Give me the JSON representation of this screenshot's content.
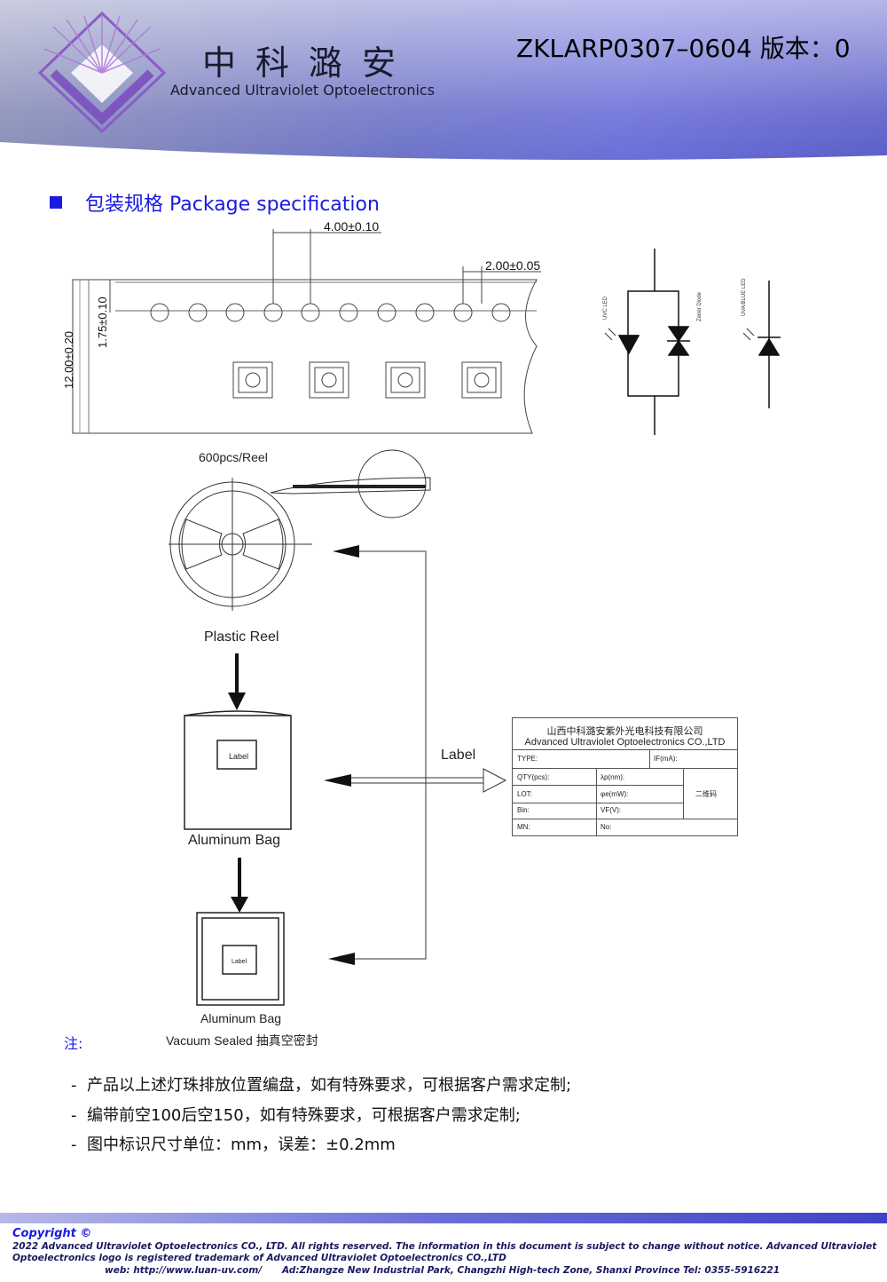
{
  "header": {
    "company_cn": "中科潞安",
    "company_en": "Advanced Ultraviolet Optoelectronics",
    "doc_id": "ZKLARP0307–0604 版本：0"
  },
  "section": {
    "title": "包装规格 Package specification"
  },
  "tape_drawing": {
    "dim_pitch": "4.00±0.10",
    "dim_hole_pitch": "2.00±0.05",
    "dim_edge": "1.75±0.10",
    "dim_width": "12.00±0.20"
  },
  "circuit": {
    "uvc_led": "UVC LED",
    "zener": "Zener Diode",
    "uva_led": "UVA/BLUE LED"
  },
  "flow": {
    "reel_count": "600pcs/Reel",
    "reel_name": "Plastic Reel",
    "bag1_name": "Aluminum Bag",
    "bag_label": "Label",
    "bag2_name": "Aluminum Bag",
    "vacuum_note": "Vacuum Sealed 抽真空密封",
    "label_arrow": "Label"
  },
  "label_card": {
    "company_cn": "山西中科潞安紫外光电科技有限公司",
    "company_en": "Advanced Ultraviolet Optoelectronics CO.,LTD",
    "type": "TYPE:",
    "if": "IF(mA):",
    "qty": "QTY(pcs):",
    "wavelength": "λp(nm):",
    "lot": "LOT:",
    "power": "φe(mW):",
    "qr": "二维码",
    "bin": "Bin:",
    "vf": "VF(V):",
    "mn": "MN:",
    "no": "No:"
  },
  "notes": {
    "head": "注:",
    "items": [
      "产品以上述灯珠排放位置编盘，如有特殊要求，可根据客户需求定制;",
      "编带前空100后空150，如有特殊要求，可根据客户需求定制;",
      "图中标识尺寸单位：mm，误差：±0.2mm"
    ]
  },
  "footer": {
    "copyright": "Copyright ©",
    "line1": "2022 Advanced Ultraviolet Optoelectronics CO., LTD. All rights reserved. The information in this document is subject to change without notice. Advanced Ultraviolet",
    "line2": "Optoelectronics logo is registered trademark of Advanced Ultraviolet Optoelectronics CO.,LTD",
    "web": "web: http://www.luan-uv.com/",
    "address": "Ad:Zhangze New Industrial Park, Changzhi High-tech Zone, Shanxi Province",
    "tel": "Tel:  0355-5916221"
  }
}
